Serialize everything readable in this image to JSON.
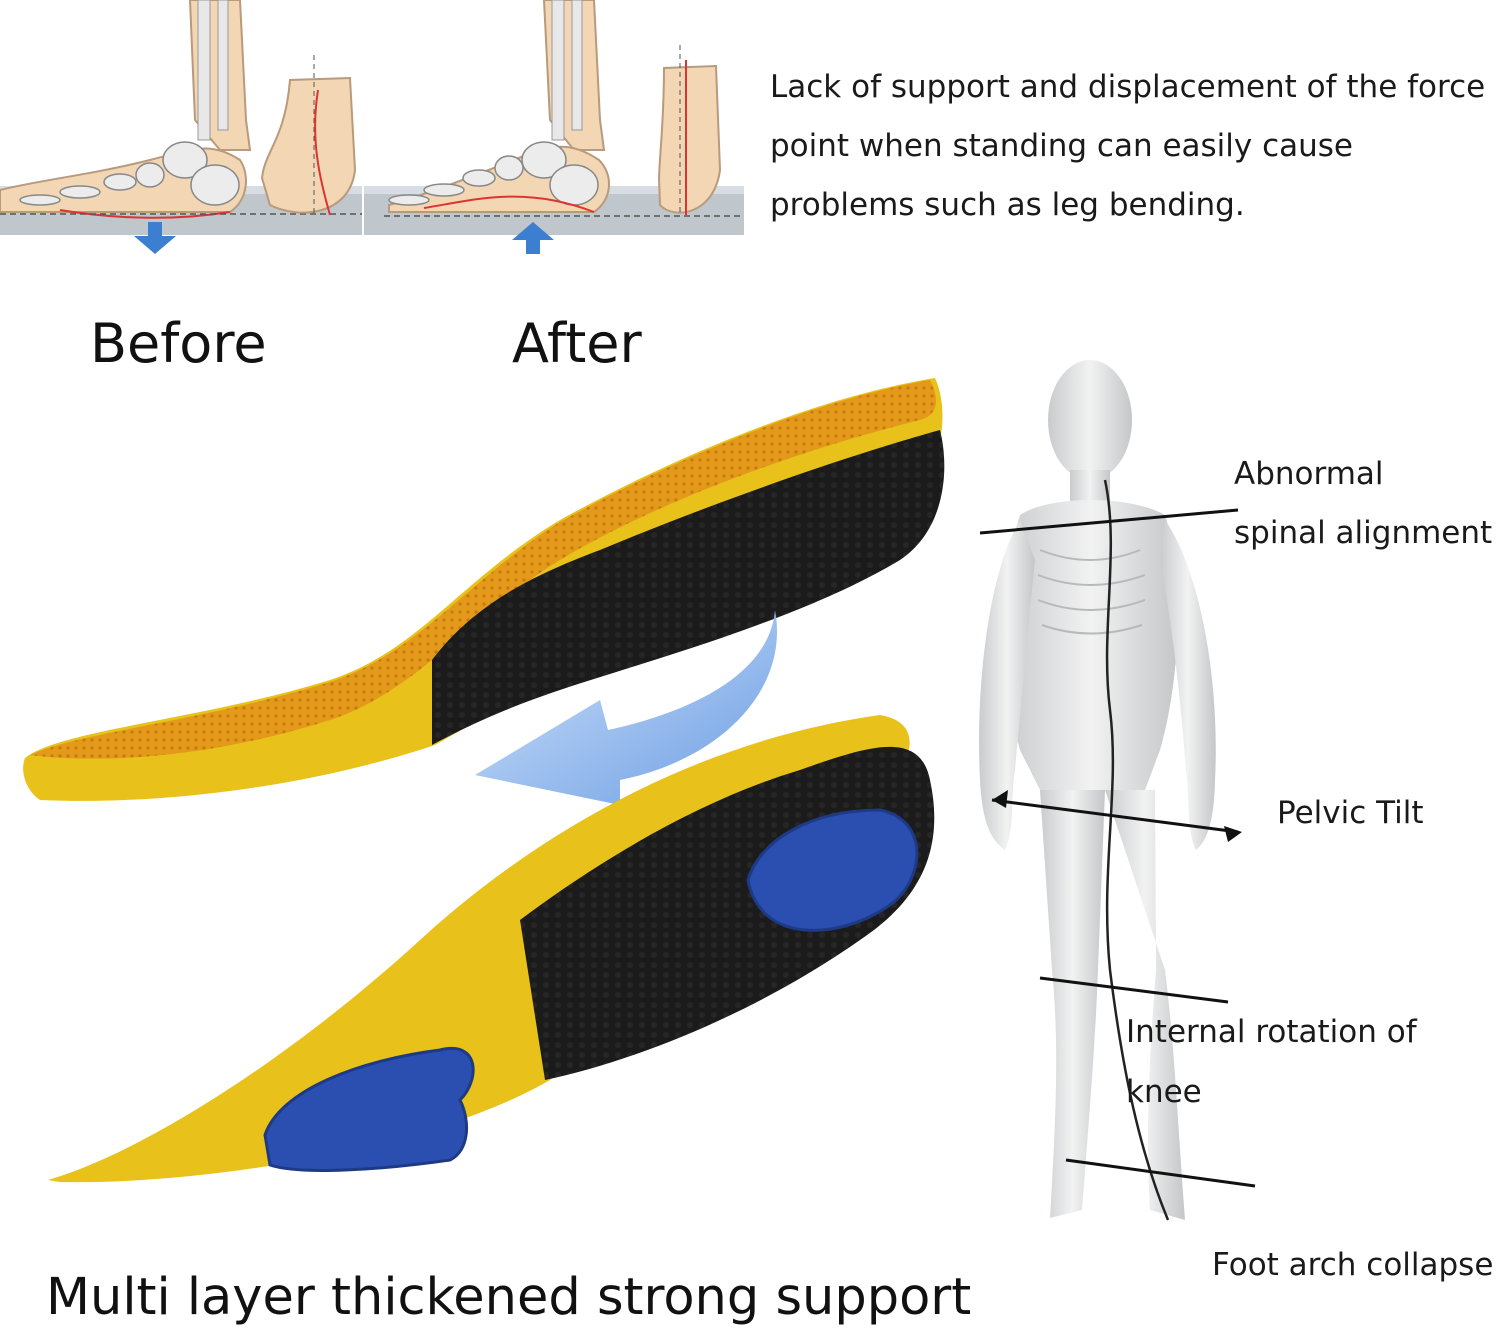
{
  "intro_text": "Lack of support and displacement of the force point when standing can easily cause problems such as leg bending.",
  "labels": {
    "before": "Before",
    "after": "After"
  },
  "body_labels": {
    "spine_line1": "Abnormal",
    "spine_line2": "spinal alignment",
    "pelvic": "Pelvic Tilt",
    "knee": "Internal rotation of knee",
    "foot": "Foot arch collapse"
  },
  "tagline": "Multi layer thickened strong support",
  "colors": {
    "insole_yellow": "#e8c21a",
    "insole_orange": "#e39a1a",
    "foam_black": "#1b1b1b",
    "gel_blue": "#2b4fb0",
    "arrow_blue": "#6fa4ea",
    "skin": "#f3d6b4"
  }
}
